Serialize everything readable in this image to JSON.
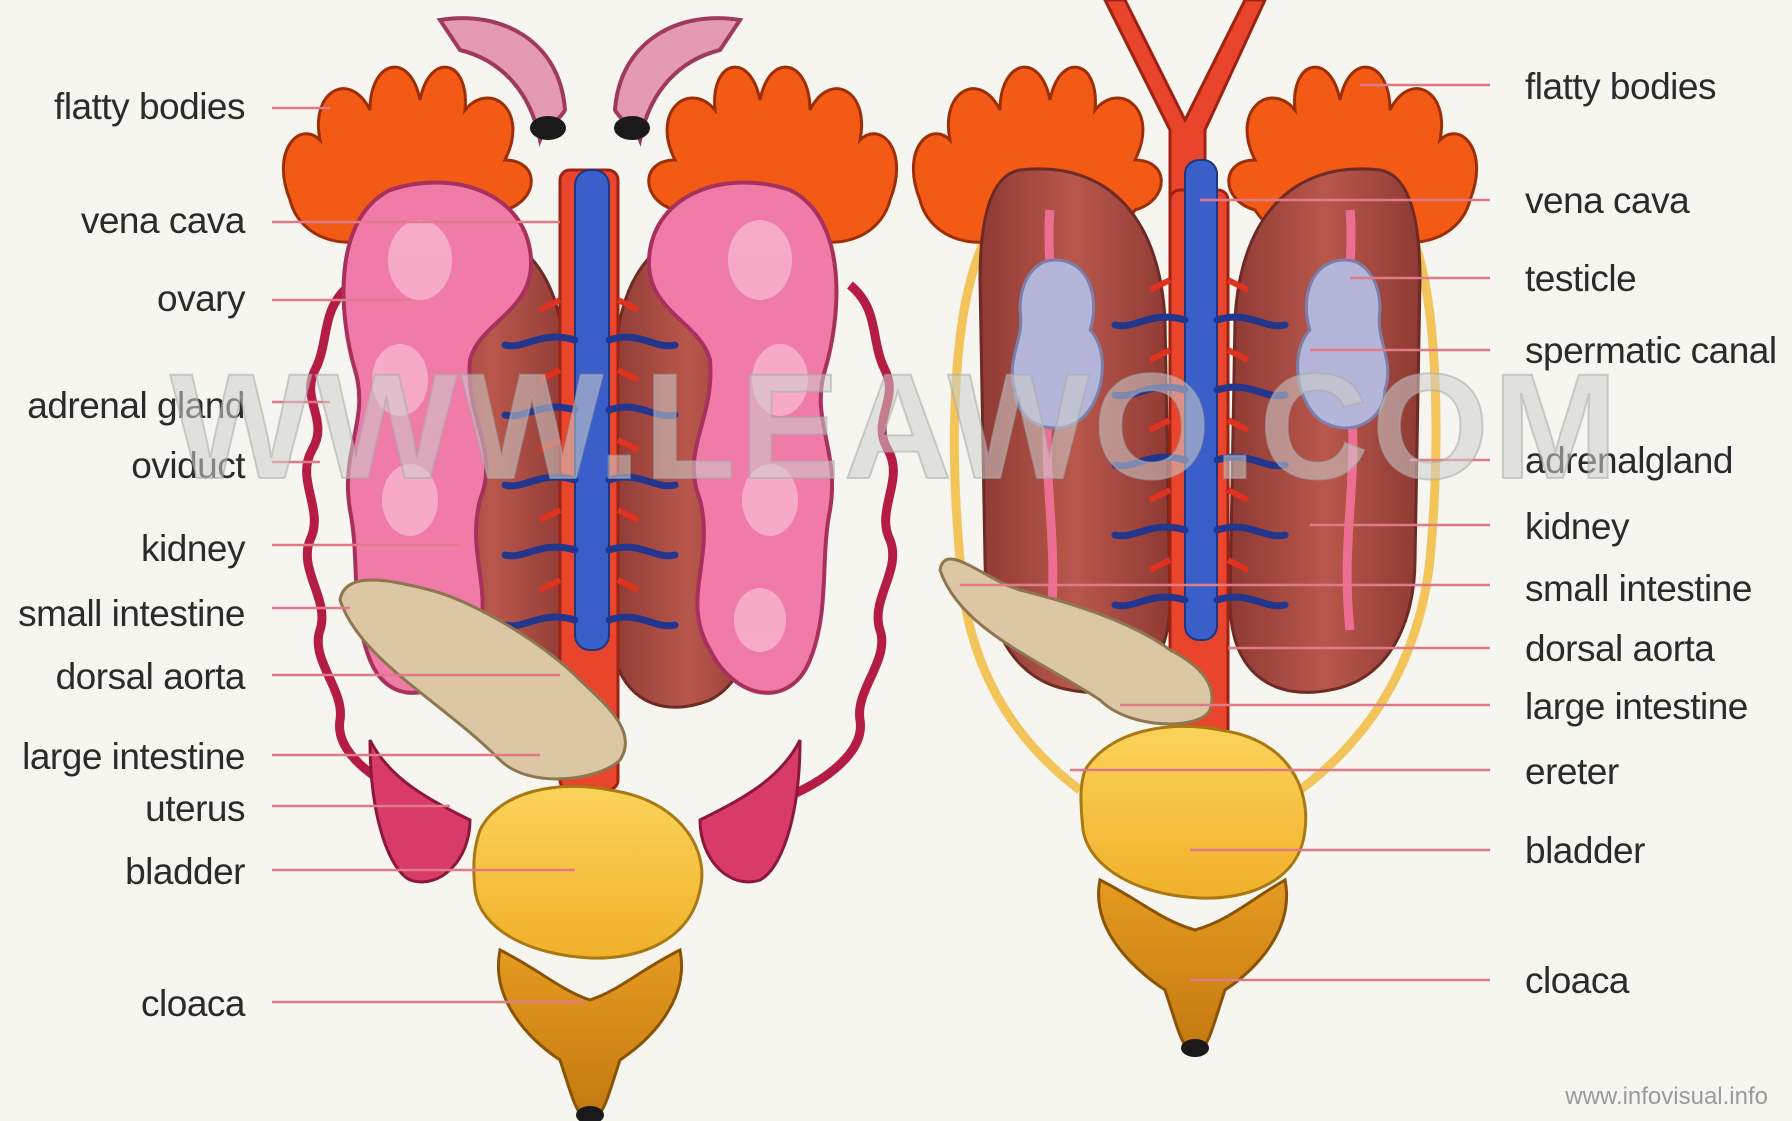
{
  "female": {
    "labels": [
      "flatty bodies",
      "vena cava",
      "ovary",
      "adrenal gland",
      "oviduct",
      "kidney",
      "small intestine",
      "dorsal aorta",
      "large intestine",
      "uterus",
      "bladder",
      "cloaca"
    ]
  },
  "male": {
    "labels": [
      "flatty bodies",
      "vena cava",
      "testicle",
      "spermatic canal",
      "adrenalgland",
      "kidney",
      "small intestine",
      "dorsal aorta",
      "large intestine",
      "ereter",
      "bladder",
      "cloaca"
    ]
  },
  "watermark": "WWW.LEAWO.COM",
  "credit": "www.infovisual.info",
  "colors": {
    "fat_bodies": "#f25a16",
    "ovary": "#f07aa8",
    "kidney": "#a8463e",
    "vena_cava": "#3a5fc8",
    "aorta": "#e8452c",
    "bladder": "#f6c13c",
    "cloaca": "#d78f1c",
    "intestine": "#dcc7a4",
    "ureter": "#f2c45a",
    "testicle": "#b3b6d8",
    "leader_line": "#e07a86"
  }
}
